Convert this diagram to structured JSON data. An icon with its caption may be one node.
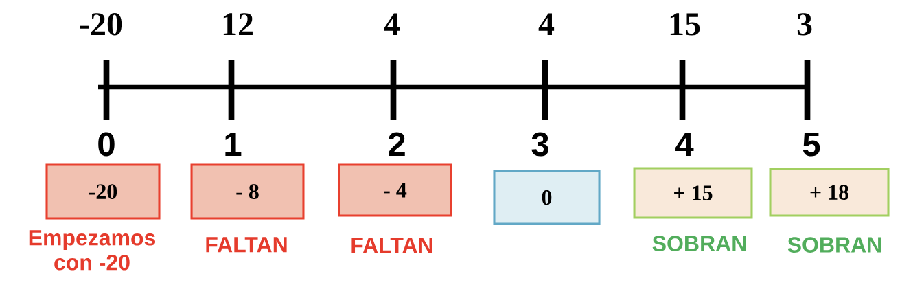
{
  "diagram": {
    "nodes": [
      {
        "text": [
          "-20"
        ],
        "beside": [
          "Empezamos con -20"
        ]
      },
      {
        "text": [
          "- 8"
        ],
        "beside": [
          "FALTAN"
        ]
      },
      {
        "text": [
          "- 4"
        ],
        "beside": [
          "FALTAN"
        ]
      },
      {
        "text": [
          "0"
        ]
      },
      {
        "text": [
          "+ 15"
        ],
        "beside": [
          "SOBRAN"
        ]
      },
      {
        "text": [
          "+ 18"
        ],
        "beside": [
          "SOBRAN"
        ]
      }
    ],
    "labels": [
      "-20",
      "12",
      "4",
      "4",
      "15",
      "3",
      "0",
      "1",
      "2",
      "3",
      "4",
      "5"
    ]
  }
}
